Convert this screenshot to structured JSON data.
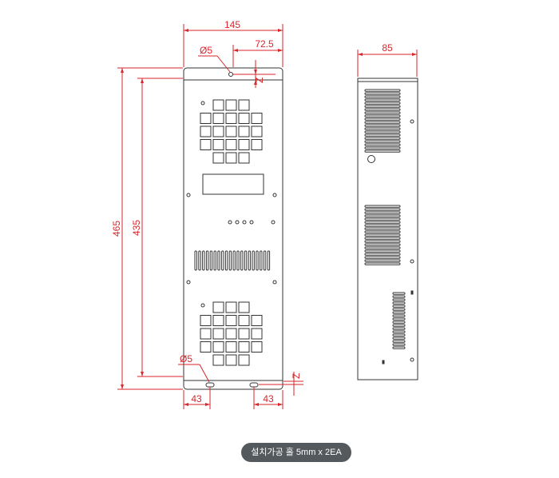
{
  "drawing": {
    "dims": {
      "width": "145",
      "half_width": "72.5",
      "hole_dia_top": "Ø5",
      "hole_dia_bottom": "Ø5",
      "total_height": "465",
      "hole_height": "435",
      "offset_left": "43",
      "offset_right": "43",
      "depth": "85",
      "z_top": "Z",
      "z_bottom": "Z"
    }
  },
  "caption": "설치가공 홀 5mm x 2EA"
}
